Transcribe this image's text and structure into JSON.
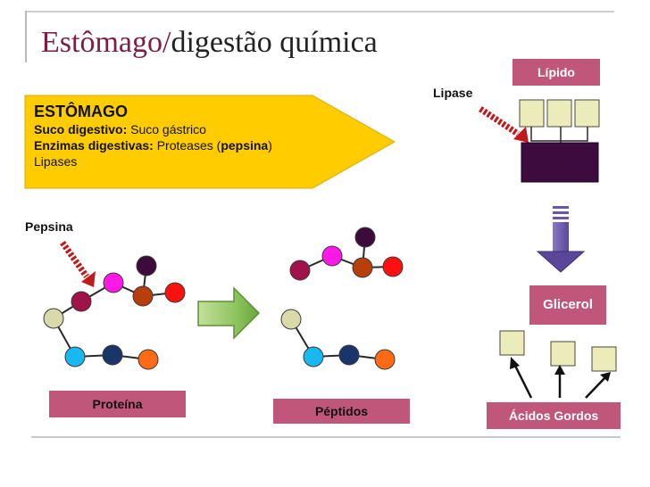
{
  "title": {
    "part1": "Estômago/",
    "part2": "digestão química"
  },
  "stomach": {
    "heading": "ESTÔMAGO",
    "line1_bold": "Suco digestivo:",
    "line1_text": " Suco gástrico",
    "line2_bold": "Enzimas digestivas:",
    "line2_text": " Proteases (",
    "line2_em": "pepsina",
    "line2_end": ")",
    "line3": "Lipases"
  },
  "labels": {
    "pepsina": "Pepsina",
    "lipase": "Lipase",
    "lipido": "Lípido",
    "glicerol": "Glicerol",
    "proteina": "Proteína",
    "peptidos": "Péptidos",
    "acidos_gordos": "Ácidos Gordos"
  },
  "colors": {
    "title_accent": "#7a1e4a",
    "stomach_arrow": "#ffcc00",
    "label_box": "#c0567a",
    "lipid_block": "#3d0b3d",
    "fatty_acid": "#ececba",
    "big_arrow": "#6a56a8",
    "enzyme_arrow": "#c01a1a",
    "process_arrow": "#8cc25a",
    "bead_grey": "#d9d9aa",
    "bead_maroon": "#a0124a",
    "bead_magenta": "#ff19e6",
    "bead_darkpurple": "#3c0b3c",
    "bead_brown": "#b83e0c",
    "bead_red": "#ff1010",
    "bead_cyan": "#18b8f0",
    "bead_navy": "#1a3569",
    "bead_orange": "#ff6a14"
  }
}
